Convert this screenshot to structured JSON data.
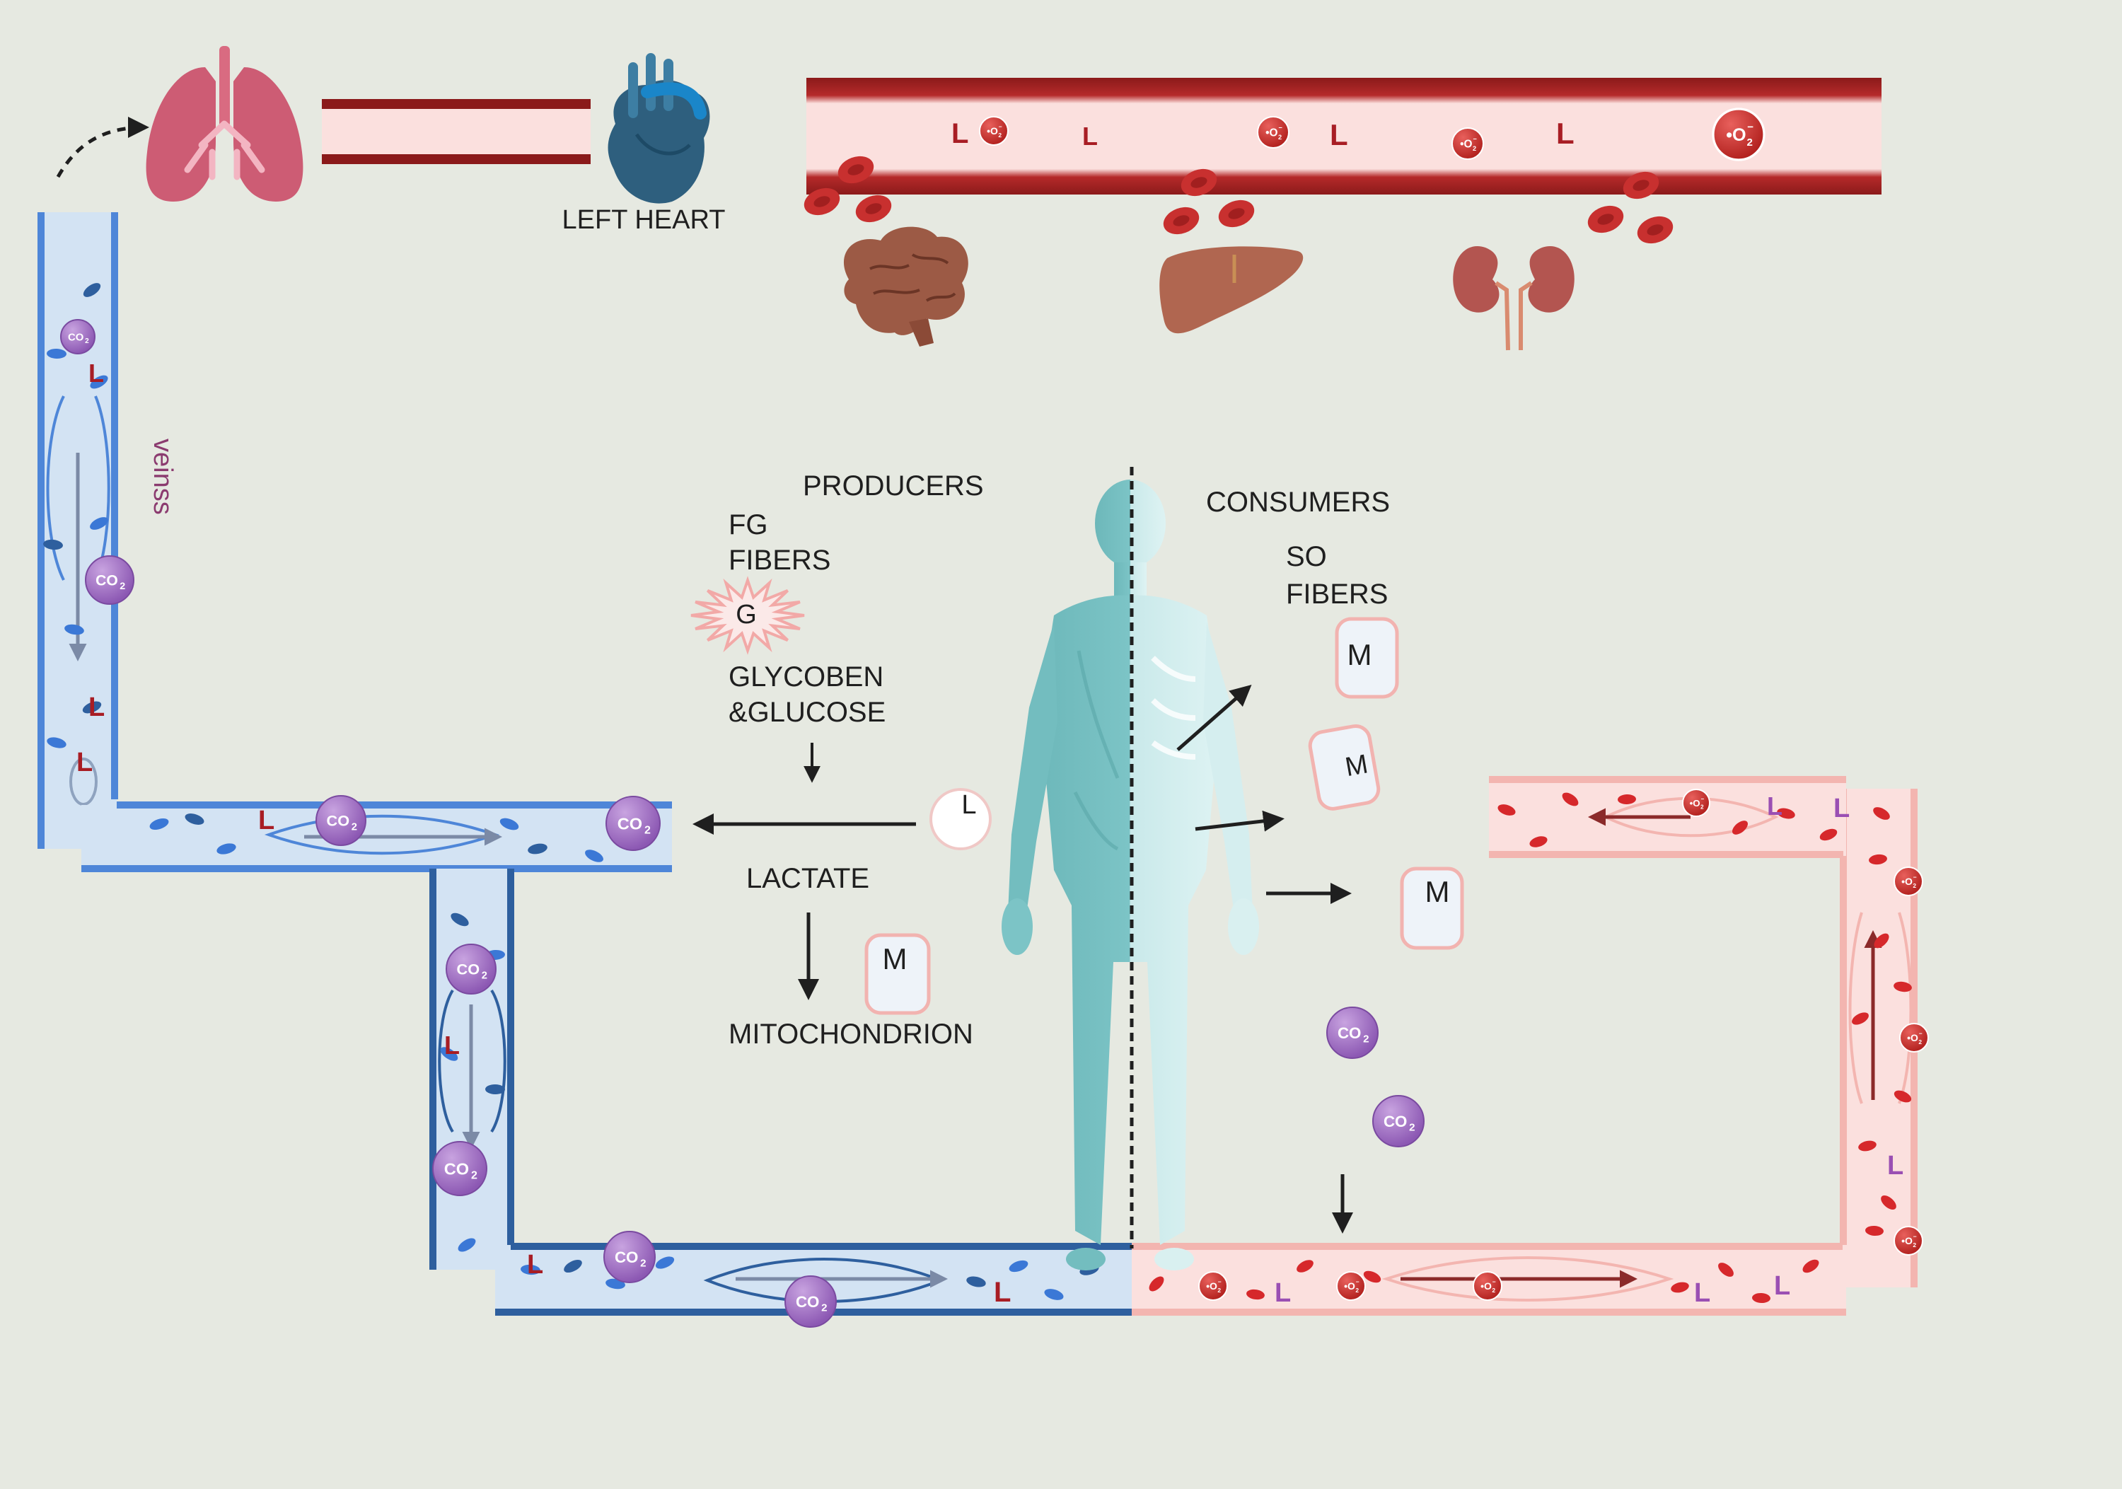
{
  "labels": {
    "left_heart": "LEFT HEART",
    "veins": "veinss",
    "producers": "PRODUCERS",
    "fg": "FG",
    "fg_fibers": "FIBERS",
    "glycogen_marker": "G",
    "glycoben": "GLYCOBEN",
    "glucose": "&GLUCOSE",
    "lactate": "LACTATE",
    "mitochondrion": "MITOCHONDRION",
    "consumers": "CONSUMERS",
    "so": "SO",
    "so_fibers": "FIBERS",
    "lactate_marker": "L",
    "mito_marker": "M"
  },
  "molecules": {
    "co2_main": "CO",
    "co2_sub": "2",
    "o2_main": "•O",
    "o2_sub": "2",
    "o2_sup": "−",
    "lactate": "L"
  },
  "colors": {
    "background": "#e6e9e1",
    "vein_dark": "#2e5f9e",
    "vein_mid": "#4e86d8",
    "vein_light": "#d3e3f3",
    "artery_dark": "#8b1a1a",
    "artery_light": "#fbe0de",
    "capillary_pink": "#f3b5b0",
    "lung": "#cd5c74",
    "heart": "#2e5f7e",
    "co2_bubble": "#9b6bbf",
    "o2_bubble": "#c8302f",
    "body": "#7cc4c6",
    "lactate_red": "#a81d24",
    "lactate_purple": "#9a4fb3"
  }
}
